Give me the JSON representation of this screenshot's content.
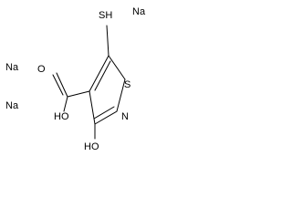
{
  "atoms": {
    "na_top": "Na",
    "na_middle": "Na",
    "na_bottom": "Na",
    "sh": "SH",
    "s_ring": "S",
    "n_ring": "N",
    "hydroxyl_acid": "HO",
    "carbonyl_o": "O",
    "hydroxyl_ring": "HO"
  },
  "colors": {
    "ink": "#000000",
    "background": "#ffffff"
  }
}
